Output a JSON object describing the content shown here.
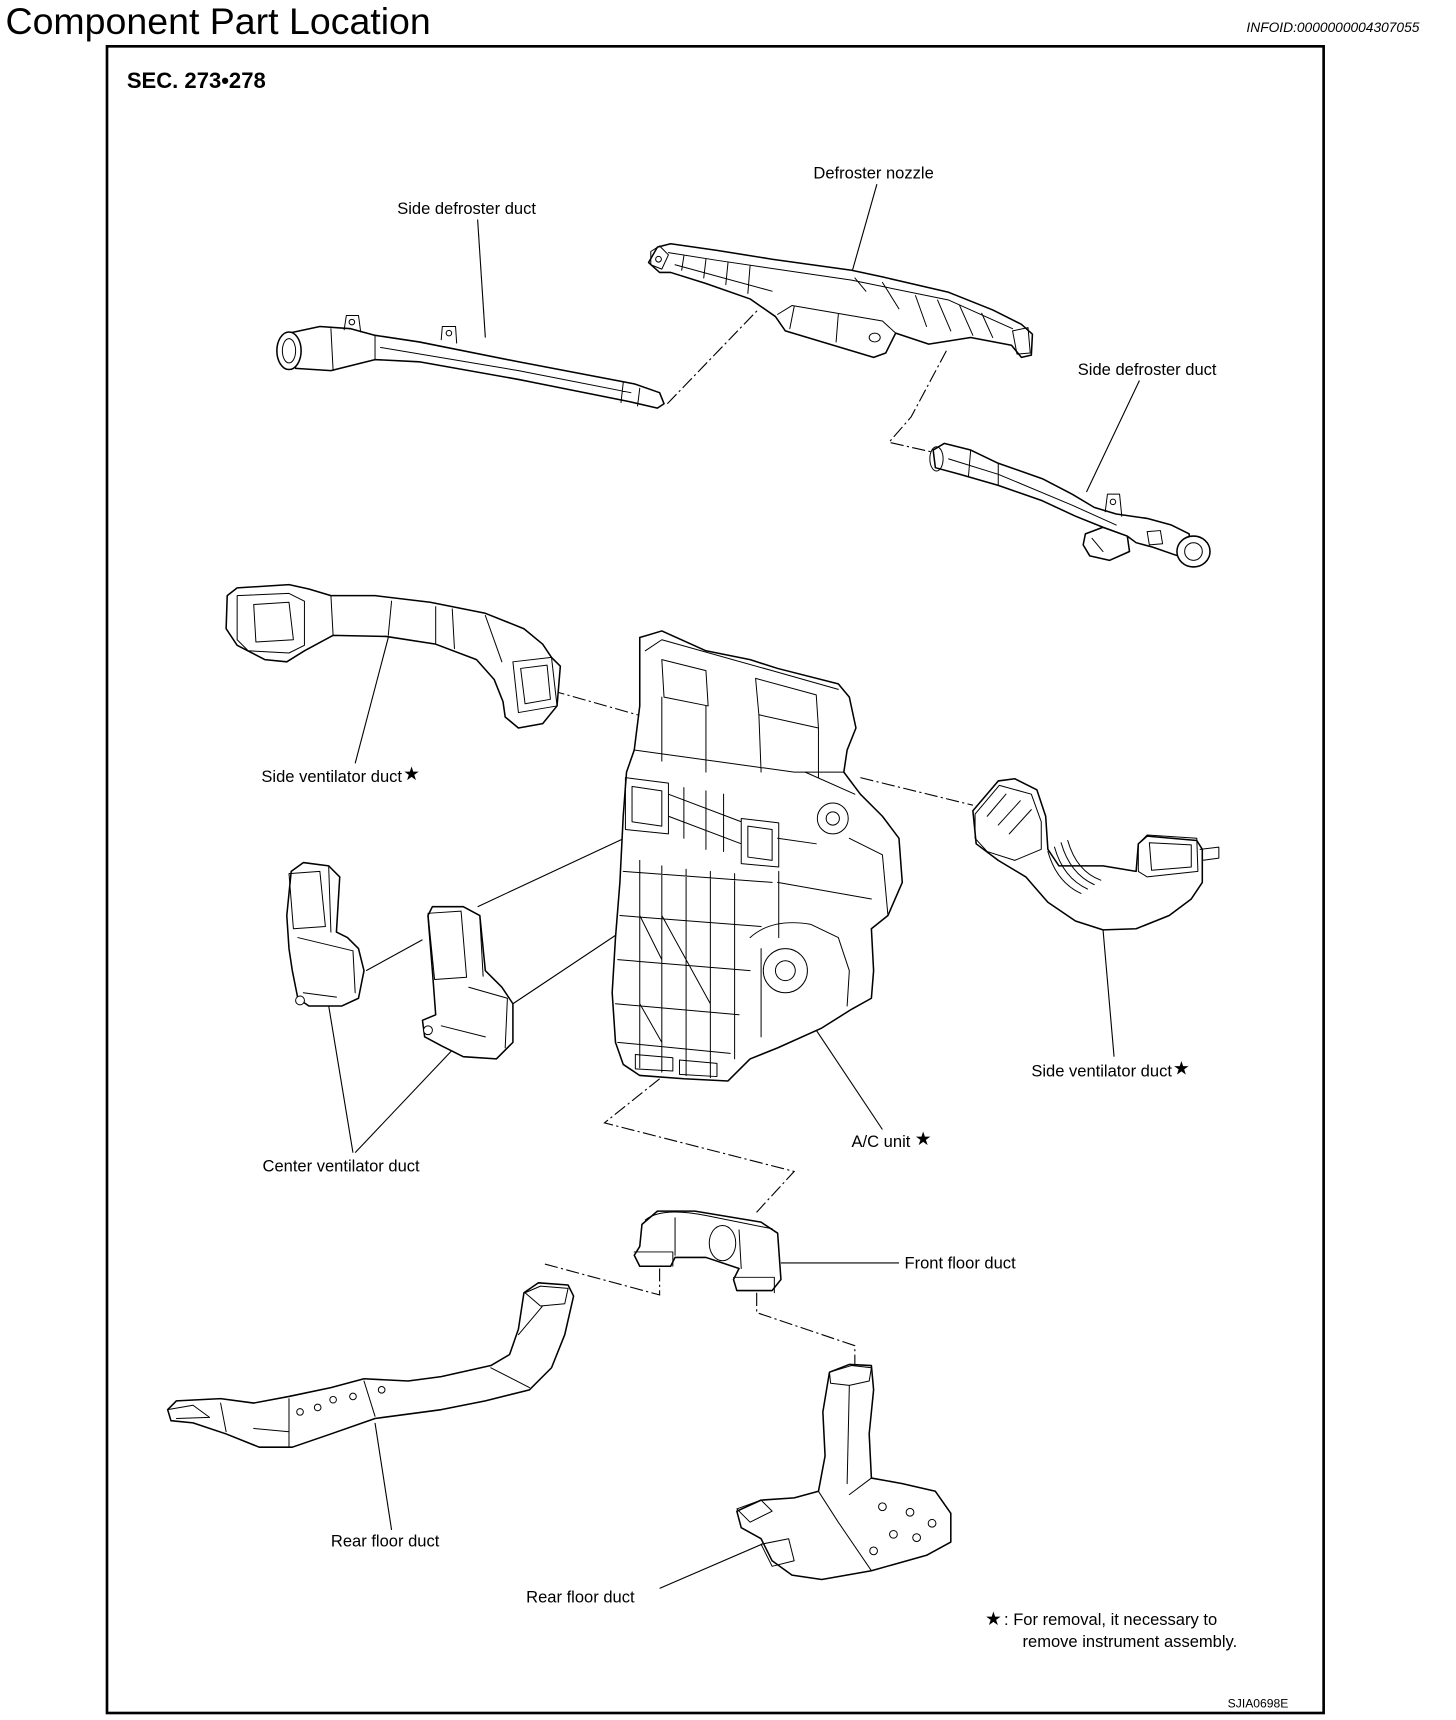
{
  "header": {
    "title": "Component Part Location",
    "info_id": "INFOID:0000000004307055"
  },
  "figure": {
    "section": "SEC. 273•278",
    "code": "SJIA0698E",
    "removal_mark": "★",
    "labels": {
      "defroster_nozzle": "Defroster nozzle",
      "side_defroster_duct_left": "Side defroster duct",
      "side_defroster_duct_right": "Side defroster duct",
      "side_ventilator_duct_left": "Side ventilator duct",
      "side_ventilator_duct_right": "Side ventilator duct",
      "ac_unit": "A/C unit",
      "center_ventilator_duct": "Center ventilator duct",
      "front_floor_duct": "Front floor duct",
      "rear_floor_duct_left": "Rear floor duct",
      "rear_floor_duct_right": "Rear floor duct"
    },
    "note": {
      "line1": ": For removal, it necessary to",
      "line2": "remove instrument assembly."
    }
  }
}
